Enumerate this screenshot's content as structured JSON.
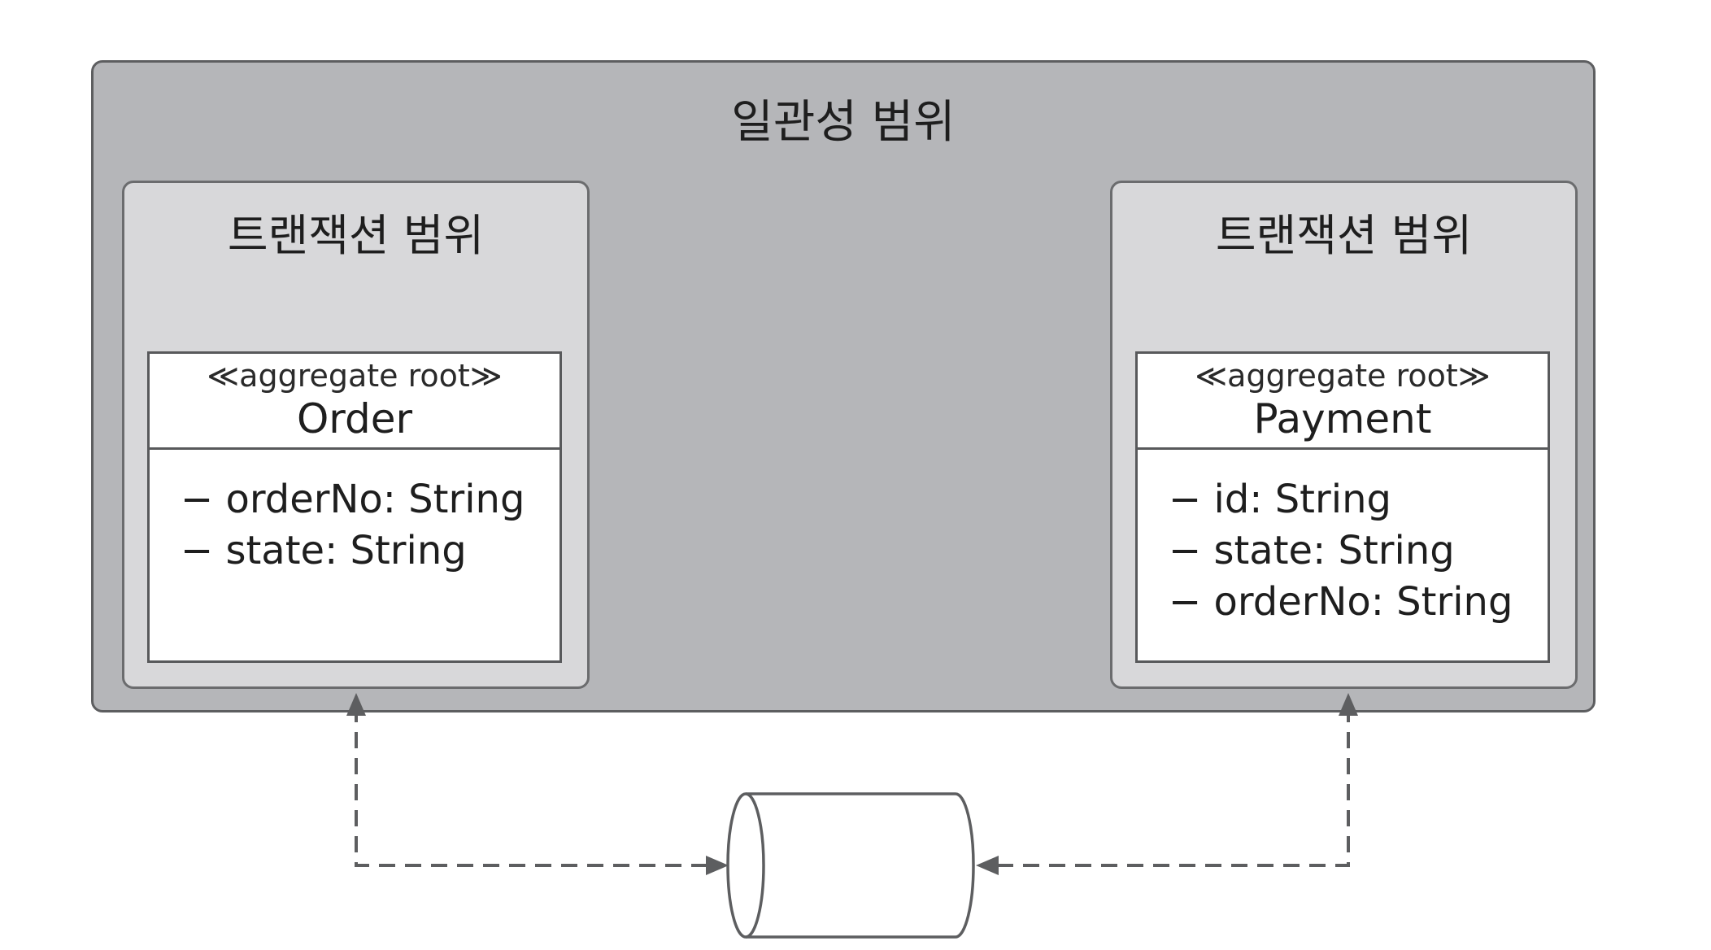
{
  "consistency_scope": {
    "title": "일관성 범위"
  },
  "transactions": [
    {
      "title": "트랜잭션 범위",
      "aggregate": {
        "stereotype": "≪aggregate root≫",
        "name": "Order",
        "attributes": [
          "− orderNo: String",
          "− state: String"
        ]
      }
    },
    {
      "title": "트랜잭션 범위",
      "aggregate": {
        "stereotype": "≪aggregate root≫",
        "name": "Payment",
        "attributes": [
          "− id: String",
          "− state: String",
          "− orderNo: String"
        ]
      }
    }
  ],
  "colors": {
    "consistency_fill": "#b5b6b9",
    "transaction_fill": "#d8d8da",
    "line": "#5d5e60"
  }
}
